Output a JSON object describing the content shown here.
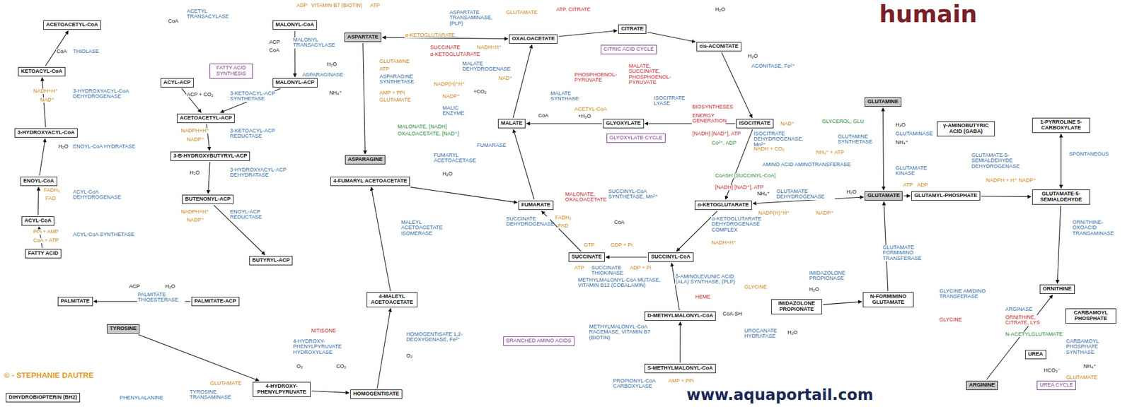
{
  "diagram": {
    "title": "humain",
    "nodes": [
      {
        "text": [
          "ACETOACETYL-CoA"
        ]
      },
      {
        "text": [
          "KETOACYL-CoA"
        ]
      },
      {
        "text": [
          "3-HYDROXYACYL-CoA"
        ]
      },
      {
        "text": [
          "ENOYL-CoA"
        ]
      },
      {
        "text": [
          "ACYL-CoA"
        ]
      },
      {
        "text": [
          "FATTY ACID"
        ]
      },
      {
        "text": [
          "PALMITATE"
        ]
      },
      {
        "text": [
          "PALMITATE-ACP"
        ]
      },
      {
        "text": [
          "ACYL-ACP"
        ]
      },
      {
        "text": [
          "MALONYL-CoA"
        ]
      },
      {
        "text": [
          "MALONYL-ACP"
        ]
      },
      {
        "text": [
          "ACETOACETYL-ACP"
        ]
      },
      {
        "text": [
          "3-B-HYDROXYBUTYRYL-ACP"
        ]
      },
      {
        "text": [
          "BUTENONYL-ACP"
        ]
      },
      {
        "text": [
          "BUTYRYL-ACP"
        ]
      },
      {
        "text": [
          "ASPARTATE"
        ]
      },
      {
        "text": [
          "ASPARAGINE"
        ]
      },
      {
        "text": [
          "OXALOACETATE"
        ]
      },
      {
        "text": [
          "CITRATE"
        ]
      },
      {
        "text": [
          "cis-ACONITATE"
        ]
      },
      {
        "text": [
          "ISOCITRATE"
        ]
      },
      {
        "text": [
          "MALATE"
        ]
      },
      {
        "text": [
          "GLYOXYLATE"
        ]
      },
      {
        "text": [
          "FUMARATE"
        ]
      },
      {
        "text": [
          "SUCCINATE"
        ]
      },
      {
        "text": [
          "SUCCINYL-CoA"
        ]
      },
      {
        "text": [
          "α-KETOGLUTARATE"
        ]
      },
      {
        "text": [
          "GLUTAMINE"
        ]
      },
      {
        "text": [
          "GLUTAMATE"
        ]
      },
      {
        "text": [
          "γ-AMINOBUTYRIC ACID (GABA)"
        ]
      },
      {
        "text": [
          "GLUTAMYL-PHOSPHATE"
        ]
      },
      {
        "text": [
          "1-PYRROLINE 5-CARBOXYLATE"
        ]
      },
      {
        "text": [
          "GLUTAMATE-5-SEMIALDEHYDE"
        ]
      },
      {
        "text": [
          "ORNITHINE"
        ]
      },
      {
        "text": [
          "CARBAMOYL PHOSPHATE"
        ]
      },
      {
        "text": [
          "UREA"
        ]
      },
      {
        "text": [
          "ARGININE"
        ]
      },
      {
        "text": [
          "N-FORMIMINO GLUTAMATE"
        ]
      },
      {
        "text": [
          "IMIDAZOLONE PROPIONATE"
        ]
      },
      {
        "text": [
          "D-METHYLMALONYL-CoA"
        ]
      },
      {
        "text": [
          "S-METHYLMALONYL-CoA"
        ]
      },
      {
        "text": [
          "4-FUMARYL ACETOACETATE"
        ]
      },
      {
        "text": [
          "4-MALEYL ACETOACETATE"
        ]
      },
      {
        "text": [
          "HOMOGENTISATE"
        ]
      },
      {
        "text": [
          "4-HYDROXY-PHENYLPYRUVATE"
        ]
      },
      {
        "text": [
          "TYROSINE"
        ]
      },
      {
        "text": [
          "DIHYDROBIOPTERIN (BH2)"
        ]
      },
      {
        "text": [
          "FATTY ACID SYNTHESIS"
        ]
      },
      {
        "text": [
          "CITRIC ACID CYCLE"
        ]
      },
      {
        "text": [
          "GLYOXYLATE CYCLE"
        ]
      },
      {
        "text": [
          "BRANCHED AMINO ACIDS"
        ]
      },
      {
        "text": [
          "UREA CYCLE"
        ]
      }
    ],
    "edges": [
      {
        "from": 5,
        "to": 4,
        "arrow": "to"
      },
      {
        "from": 4,
        "to": 3,
        "arrow": "to"
      },
      {
        "from": 3,
        "to": 2,
        "arrow": "to"
      },
      {
        "from": 2,
        "to": 1,
        "arrow": "to"
      },
      {
        "from": 1,
        "to": 0,
        "arrow": "to"
      },
      {
        "from": 9,
        "to": 10,
        "arrow": "to"
      },
      {
        "from": 8,
        "to": 11,
        "arrow": "to"
      },
      {
        "from": 10,
        "to": 11,
        "arrow": "to"
      },
      {
        "from": 11,
        "to": 12,
        "arrow": "to"
      },
      {
        "from": 12,
        "to": 13,
        "arrow": "to"
      },
      {
        "from": 13,
        "to": 14,
        "arrow": "to"
      },
      {
        "from": 7,
        "to": 6,
        "arrow": "to"
      },
      {
        "from": 15,
        "to": 16,
        "arrow": "to"
      },
      {
        "from": 17,
        "to": 15,
        "arrow": "both"
      },
      {
        "from": 17,
        "to": 18,
        "arrow": "to"
      },
      {
        "from": 18,
        "to": 19,
        "arrow": "to"
      },
      {
        "from": 19,
        "to": 20,
        "arrow": "to"
      },
      {
        "from": 20,
        "to": 26,
        "arrow": "to"
      },
      {
        "from": 26,
        "to": 25,
        "arrow": "to"
      },
      {
        "from": 25,
        "to": 24,
        "arrow": "to"
      },
      {
        "from": 24,
        "to": 23,
        "arrow": "to"
      },
      {
        "from": 23,
        "to": 21,
        "arrow": "to"
      },
      {
        "from": 21,
        "to": 17,
        "arrow": "to"
      },
      {
        "from": 20,
        "to": 22,
        "arrow": "to"
      },
      {
        "from": 22,
        "to": 21,
        "arrow": "to"
      },
      {
        "from": 26,
        "to": 28,
        "arrow": "both"
      },
      {
        "from": 28,
        "to": 27,
        "arrow": "both"
      },
      {
        "from": 28,
        "to": 30,
        "arrow": "to"
      },
      {
        "from": 30,
        "to": 32,
        "arrow": "to"
      },
      {
        "from": 32,
        "to": 31,
        "arrow": "both"
      },
      {
        "from": 32,
        "to": 33,
        "arrow": "to"
      },
      {
        "from": 36,
        "to": 33,
        "arrow": "to"
      },
      {
        "from": 37,
        "to": 28,
        "arrow": "to"
      },
      {
        "from": 38,
        "to": 37,
        "arrow": "to"
      },
      {
        "from": 40,
        "to": 39,
        "arrow": "to"
      },
      {
        "from": 39,
        "to": 25,
        "arrow": "to"
      },
      {
        "from": 45,
        "to": 44,
        "arrow": "to"
      },
      {
        "from": 44,
        "to": 43,
        "arrow": "to"
      },
      {
        "from": 43,
        "to": 42,
        "arrow": "to"
      },
      {
        "from": 42,
        "to": 41,
        "arrow": "to"
      },
      {
        "from": 41,
        "to": 23,
        "arrow": "to"
      }
    ],
    "labels": [
      "ACETYL TRANSACYLASE",
      "CoA",
      "ADP",
      "VITAMIN B7 (BIOTIN)",
      "ATP",
      "ATP, CITRATE",
      "THIOLASE",
      "CoA",
      "3-HYDROXYACYL-CoA DEHYDROGENASE",
      "NADH+H⁺",
      "NAD⁺",
      "ENOYL-CoA HYDRATASE",
      "H₂O",
      "ACYL-CoA DEHYDROGENASE",
      "FADH₂",
      "FAD",
      "ACYL-CoA SYNTHETASE",
      "PPi + AMP",
      "CoA + ATP",
      "ACP",
      "H₂O",
      "PALMITATE THIOESTERASE",
      "MALONYL TRANSACYLASE",
      "ACP",
      "CoA",
      "ACP + CO₂",
      "3-KETOACYL-ACP SYNTHETASE",
      "NADPH+H⁺",
      "NADP⁺",
      "3-KETOACYL-ACP REDUCTASE",
      "H₂O",
      "3-HYDROXYACYL-ACP DEHYDRATASE",
      "NADPH+H⁺",
      "NADP⁺",
      "ENOYL-ACP REDUCTASE",
      "ASPARAGINASE",
      "H₂O",
      "NH₄⁺",
      "GLUTAMINE",
      "ATP",
      "ASPARAGINE SYNTHETASE",
      "AMP + PPi",
      "GLUTAMATE",
      "α-KETOGLUTARATE",
      "ASPARTATE TRANSAMINASE, (PLP)",
      "GLUTAMATE",
      "SUCCINATE",
      "α-KETOGLUTARATE",
      "NADH+H⁺",
      "MALATE DEHYDROGENASE",
      "NAD⁺",
      "NADP(H)⁺H⁺",
      "+CO₂",
      "NADP⁺",
      "MALIC ENZYME",
      "MALONATE, [NADH]",
      "OXALOACETATE, [NAD⁺]",
      "FUMARASE",
      "CoA",
      "MALATE SYNTHASE",
      "PHOSPHOENOL-PYRUVATE",
      "ACETYL-CoA",
      "+H₂O",
      "MALATE, SUCCINATE, PHOSPHOENOL-PYRUVATE",
      "ISOCITRATE LYASE",
      "BIOSYNTHESES",
      "ENERGY GENERATION",
      "[NADH] [NAD⁺], ATP",
      "NAD⁺",
      "ISOCITRATE DEHYDROGENASE, Mn²⁺",
      "Co²⁺, ADP",
      "NADH + CO₂",
      "ACONITASE, Fe²⁺",
      "H₂O",
      "H₂O",
      "SUCCINATE DEHYDROGENASE",
      "FADH₂",
      "FAD",
      "MALONATE, OXALOACETATE",
      "SUCCINYL-CoA SYNTHETASE, Mn²⁺",
      "CoA",
      "GTP",
      "GDP + Pi",
      "SUCCINATE THIOKINASE",
      "ATP",
      "ADP + Pi",
      "CoASH [SUCCINYL-CoA]",
      "[NADH] [NAD⁺], ATP",
      "α-KETOGLUTARATE DEHYDROGENASE COMPLEX",
      "NADH+H⁺",
      "AMINO ACID AMINOTRANSFERASE",
      "NH₄⁺",
      "GLUTAMATE DEHYDROGENASE",
      "H₂O",
      "NADP(H)⁺H⁺",
      "NADP⁺",
      "GLYCEROL, GLU",
      "GLUTAMINE SYNTHETASE",
      "NH₄⁺ + ATP",
      "GLUTAMINASE",
      "H₂O",
      "NH₄⁺",
      "GLUTAMATE KINASE",
      "ATP",
      "ADP",
      "GLUTAMATE-5-SEMIALDEHYDE DEHYDROGENASE",
      "NADPH + H⁺",
      "NADP⁺",
      "SPONTANEOUS",
      "ORNITHINE-OXOACID TRANSAMINASE",
      "GLUTAMATE FORMIMINO TRANSFERASE",
      "IMIDAZOLONE PROPIONASE",
      "H₂O",
      "UROCANATE HYDRATASE",
      "H₂O",
      "GLYCINE AMIDINO TRANSFERASE",
      "GLYCINE",
      "ARGINASE",
      "ORNITHINE, CITRATE, LYS",
      "N-ACETYLGLUTAMATE",
      "CARBAMOYL PHOSPHATE SYNTHASE",
      "HCO₃⁻",
      "NH₄⁺",
      "GLUTAMATE",
      "MALEYL ACETOACETATE ISOMERASE",
      "HOMOGENTISATE 1,2-DEOXYGENASE, Fe²⁺",
      "O₂",
      "NITISONE",
      "4-HYDROXY-PHENYLPYRUVATE HYDROXYLASE",
      "O₂",
      "CO₂",
      "TYROSINE TRANSAMINASE",
      "GLUTAMATE",
      "PHENYLALANINE",
      "© - STEPHANIE DAUTRE",
      "FUMARYL ACETOACETASE",
      "H₂O",
      "δ-AMINOLEVUNIC ACID (ALA) SYNTHASE, (PLP)",
      "GLYCINE",
      "HEME",
      "METHYLMALONYL-CoA MUTASE, VITAMIN B12 (COBALAMIN)",
      "METHYLMALONYL-CoA RACEMASE, VITAMIN B7 (BIOTIN)",
      "PROPIONYL-CoA CARBOXYLASE",
      "AMP + PPi",
      "CoA-SH",
      "www.aquaportail.com"
    ]
  }
}
